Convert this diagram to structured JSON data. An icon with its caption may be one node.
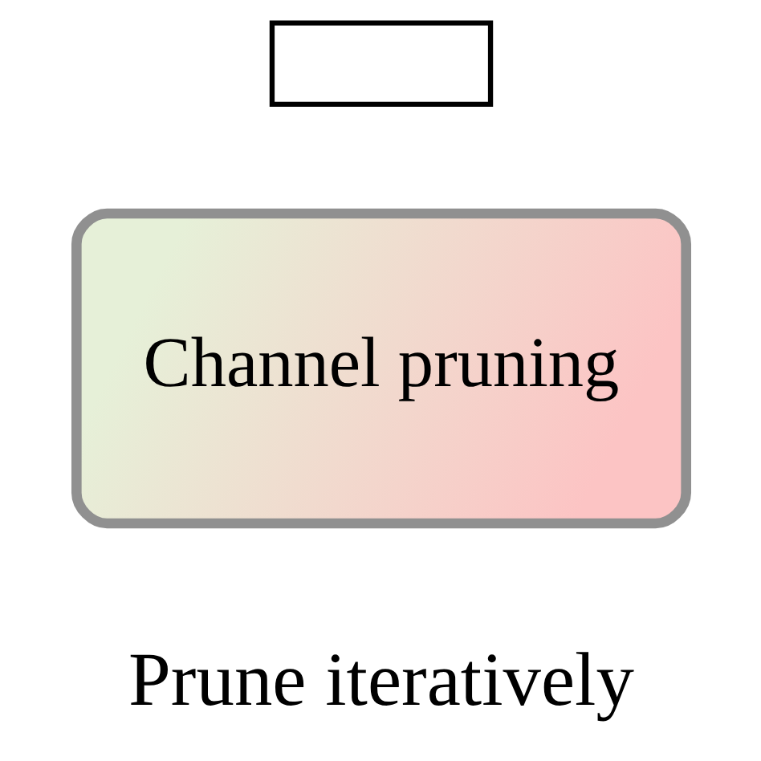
{
  "diagram": {
    "nodes": [
      {
        "text": [
          "Channel pruning"
        ]
      },
      {
        "text": [],
        "shape": "box"
      }
    ],
    "labels": [
      "Prune iteratively"
    ]
  }
}
